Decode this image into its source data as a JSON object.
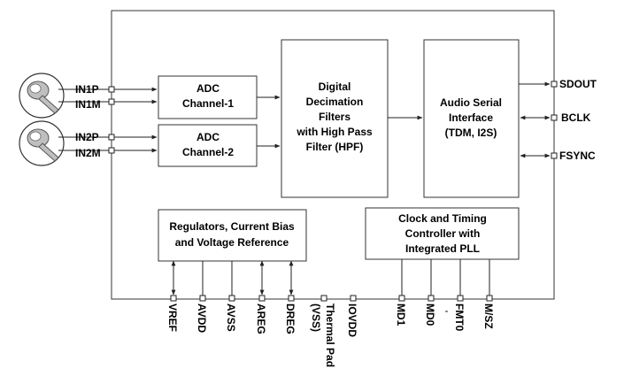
{
  "blocks": {
    "adc1": [
      "ADC",
      "Channel-1"
    ],
    "adc2": [
      "ADC",
      "Channel-2"
    ],
    "dsp": [
      "Digital",
      "Decimation",
      "Filters",
      "with High Pass",
      "Filter (HPF)"
    ],
    "asi": [
      "Audio Serial",
      "Interface",
      "(TDM, I2S)"
    ],
    "reg": [
      "Regulators, Current Bias",
      "and  Voltage Reference"
    ],
    "clk": [
      "Clock and Timing",
      "Controller with",
      "Integrated PLL"
    ]
  },
  "pins": {
    "inputs": [
      "IN1P",
      "IN1M",
      "IN2P",
      "IN2M"
    ],
    "right": [
      "SDOUT",
      "BCLK",
      "FSYNC"
    ],
    "bottom": [
      "VREF",
      "AVDD",
      "AVSS",
      "AREG",
      "DREG",
      "Thermal Pad",
      "(VSS)",
      "IOVDD",
      "MD1",
      "MD0",
      "FMT0",
      "M/SZ"
    ]
  },
  "icons": [
    "microphone-icon",
    "microphone-icon"
  ],
  "colors": {
    "stroke": "#333333",
    "mic_fill": "#bfbfbf"
  }
}
